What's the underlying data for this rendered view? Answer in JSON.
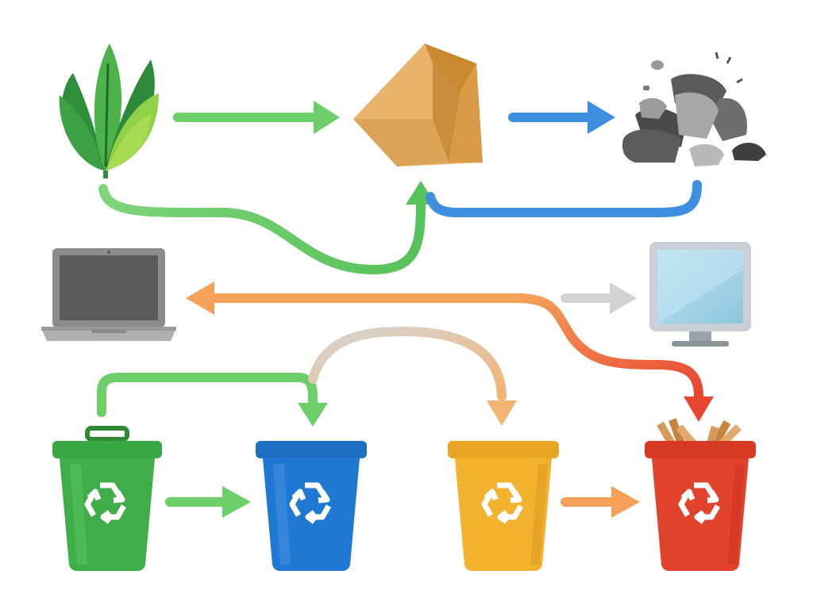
{
  "title": "",
  "colors": {
    "background": "#ffffff",
    "organic_green": "#3fae49",
    "paper_blue": "#1f78d1",
    "plastic_yellow": "#f2b22e",
    "mixed_red": "#e2432c",
    "arrow_green": "#6ccf6a",
    "arrow_blue": "#3e8fe0",
    "arrow_orange": "#f5a15a",
    "arrow_grey": "#cfcfcf"
  },
  "nodes": [
    {
      "id": "leaves",
      "icon": "leaf-cluster-icon"
    },
    {
      "id": "cardboard",
      "icon": "cardboard-box-icon"
    },
    {
      "id": "rocks",
      "icon": "rock-pile-icon"
    },
    {
      "id": "laptop",
      "icon": "laptop-icon"
    },
    {
      "id": "monitor",
      "icon": "monitor-icon"
    },
    {
      "id": "bin_green",
      "icon": "green-recycle-bin-icon"
    },
    {
      "id": "bin_blue",
      "icon": "blue-recycle-bin-icon"
    },
    {
      "id": "bin_yellow",
      "icon": "yellow-recycle-bin-icon"
    },
    {
      "id": "bin_red",
      "icon": "red-recycle-bin-icon"
    }
  ],
  "edges": [
    {
      "from": "leaves",
      "to": "cardboard",
      "color": "arrow_green"
    },
    {
      "from": "cardboard",
      "to": "rocks",
      "color": "arrow_blue"
    },
    {
      "from": "leaves",
      "to": "cardboard",
      "color": "arrow_green",
      "route": "curve-below"
    },
    {
      "from": "rocks",
      "to": "cardboard",
      "color": "arrow_blue",
      "route": "curve-below"
    },
    {
      "from": "monitor",
      "to": "laptop",
      "color": "arrow_orange"
    },
    {
      "from": "laptop",
      "to": "monitor",
      "color": "arrow_grey"
    },
    {
      "from": "monitor",
      "to": "bin_red",
      "color": "arrow_orange",
      "route": "curve-down"
    },
    {
      "from": "bin_green",
      "to": "bin_blue",
      "color": "arrow_green",
      "route": "arc-over"
    },
    {
      "from": "bin_blue",
      "to": "bin_yellow",
      "color": "arrow_grey",
      "route": "arc-over"
    },
    {
      "from": "bin_green",
      "to": "bin_blue",
      "color": "arrow_green"
    },
    {
      "from": "bin_yellow",
      "to": "bin_red",
      "color": "arrow_orange"
    }
  ]
}
